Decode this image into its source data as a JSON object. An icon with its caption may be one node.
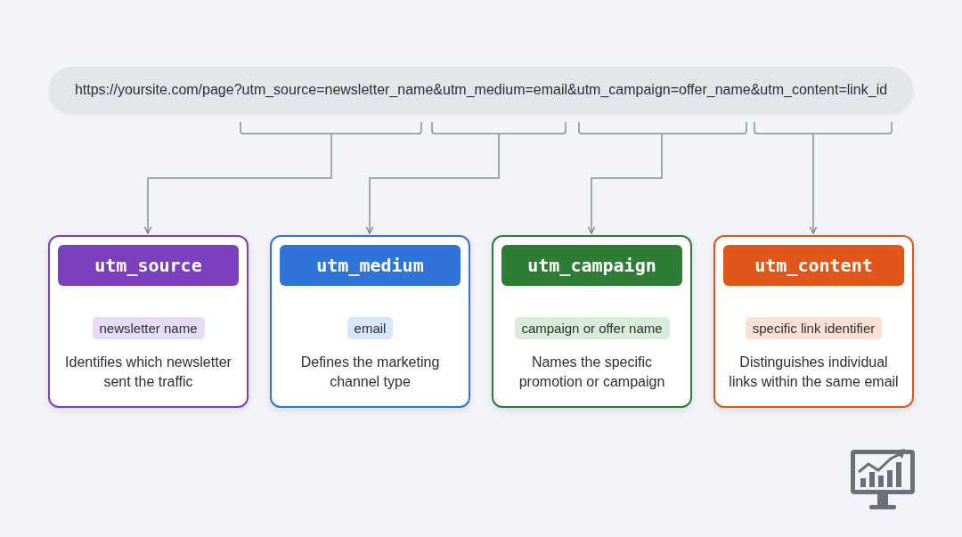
{
  "diagram": {
    "nodes": [
      {
        "text": [
          "https://yoursite.com/page?utm_source=newsletter_name&utm_medium=email&utm_campaign=offer_name&utm_content=link_id"
        ]
      },
      {
        "text": [
          "utm_source",
          "newsletter name",
          "Identifies which newsletter sent the traffic"
        ]
      },
      {
        "text": [
          "utm_medium",
          "email",
          "Defines the marketing channel type"
        ]
      },
      {
        "text": [
          "utm_campaign",
          "campaign or offer name",
          "Names the specific promotion or campaign"
        ]
      },
      {
        "text": [
          "utm_content",
          "specific link identifier",
          "Distinguishes individual links within the same email"
        ]
      }
    ],
    "edges": [
      {
        "from": 0,
        "to": 1,
        "arrow": "to"
      },
      {
        "from": 0,
        "to": 2,
        "arrow": "to"
      },
      {
        "from": 0,
        "to": 3,
        "arrow": "to"
      },
      {
        "from": 0,
        "to": 4,
        "arrow": "to"
      }
    ]
  }
}
